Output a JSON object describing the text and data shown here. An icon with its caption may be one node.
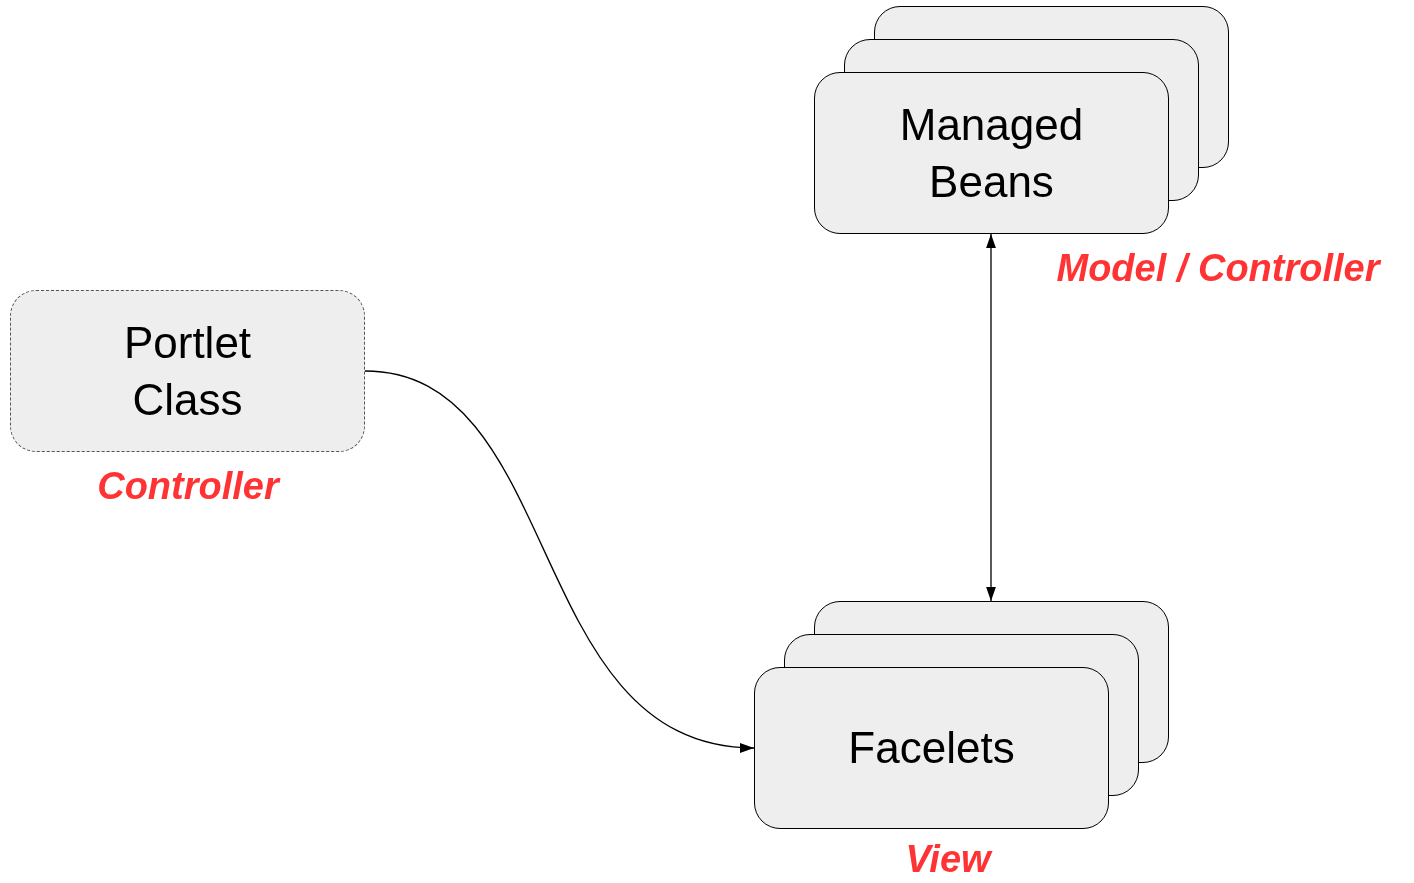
{
  "diagram": {
    "nodes": [
      {
        "text": [
          "Portlet Class"
        ],
        "beside": [
          "Controller"
        ]
      },
      {
        "text": [
          "Managed Beans"
        ],
        "beside": [
          "Model / Controller"
        ]
      },
      {
        "text": [
          "Facelets"
        ],
        "beside": [
          "View"
        ]
      }
    ],
    "edges": [
      {
        "from": 0,
        "to": 2,
        "arrow": "to"
      },
      {
        "from": 1,
        "to": 2,
        "arrow": "both"
      }
    ]
  }
}
